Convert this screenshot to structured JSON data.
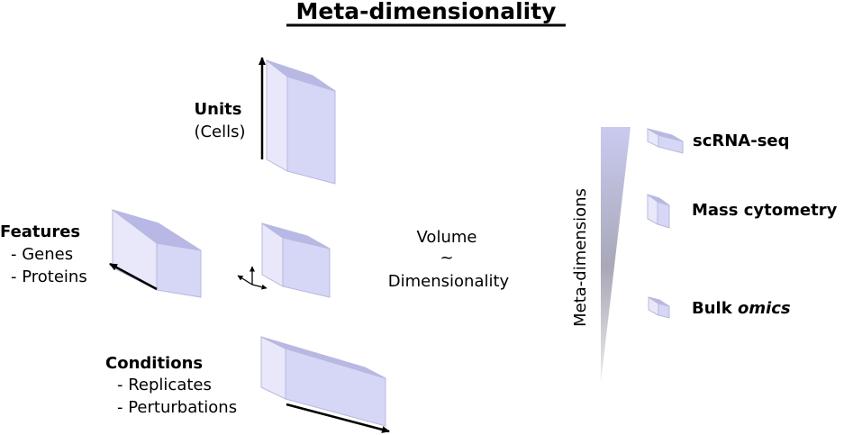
{
  "title": "Meta-dimensionality",
  "units": {
    "label": "Units",
    "sub": "(Cells)"
  },
  "features": {
    "label": "Features",
    "items": [
      "- Genes",
      "- Proteins"
    ]
  },
  "conditions": {
    "label": "Conditions",
    "items": [
      "- Replicates",
      "- Perturbations"
    ]
  },
  "volume": {
    "line1": "Volume",
    "line2": "~",
    "line3": "Dimensionality"
  },
  "meta_axis_label": "Meta-dimensions",
  "technologies": {
    "scrna": "scRNA-seq",
    "mass": "Mass cytometry",
    "bulk_prefix": "Bulk ",
    "bulk_italic": "omics"
  },
  "colors": {
    "front_face": "#d6d6f7",
    "side_face": "#e8e8fa",
    "top_face": "#b7b7e4",
    "edge": "#a9a9d0",
    "gradient_top": "#c8c8ee",
    "gradient_bottom": "#8a8a96"
  }
}
